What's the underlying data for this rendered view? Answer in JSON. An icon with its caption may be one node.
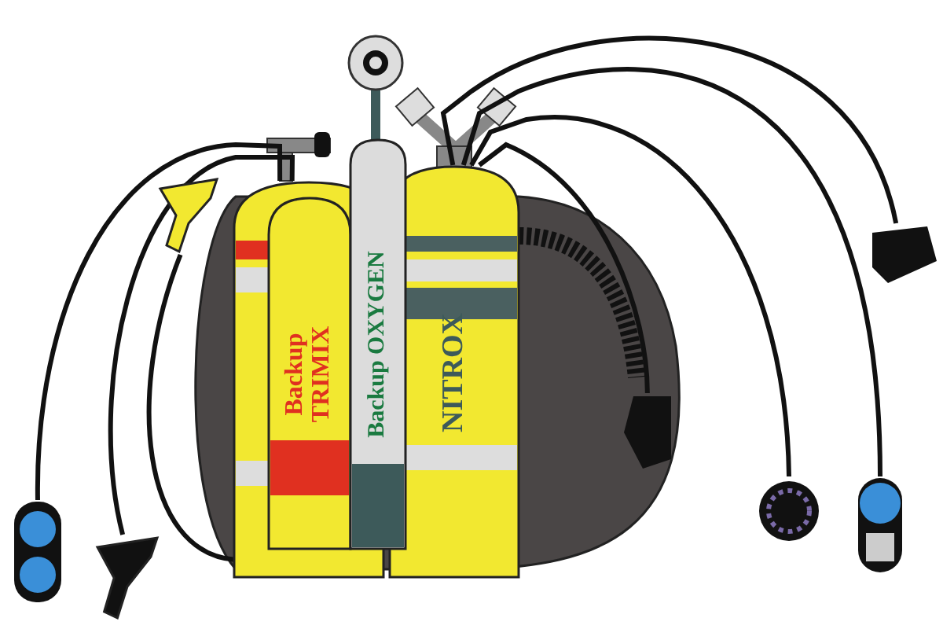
{
  "diagram": {
    "nodes": [
      {
        "text": [],
        "shape": "cylinder"
      },
      {
        "text": [
          "Backup TRIMIX"
        ],
        "in": 0
      },
      {
        "text": [
          "Backup OXYGEN"
        ]
      },
      {
        "text": [
          "NITROX"
        ]
      },
      {
        "text": [],
        "shape": "picture"
      },
      {
        "text": [],
        "shape": "picture"
      },
      {
        "text": [],
        "shape": "picture"
      },
      {
        "text": [],
        "shape": "picture"
      },
      {
        "text": [],
        "shape": "picture"
      },
      {
        "text": [],
        "shape": "picture"
      },
      {
        "text": [],
        "shape": "picture"
      }
    ],
    "edges": [
      {
        "from": 0,
        "to": 4,
        "arrow": "none"
      },
      {
        "from": 0,
        "to": 6,
        "arrow": "none"
      },
      {
        "from": 1,
        "to": 5,
        "arrow": "none"
      },
      {
        "from": 3,
        "to": 7,
        "arrow": "none"
      },
      {
        "from": 3,
        "to": 9,
        "arrow": "none"
      },
      {
        "from": 3,
        "to": 10,
        "arrow": "none"
      },
      {
        "from": 3,
        "to": 8,
        "arrow": "none"
      }
    ]
  }
}
